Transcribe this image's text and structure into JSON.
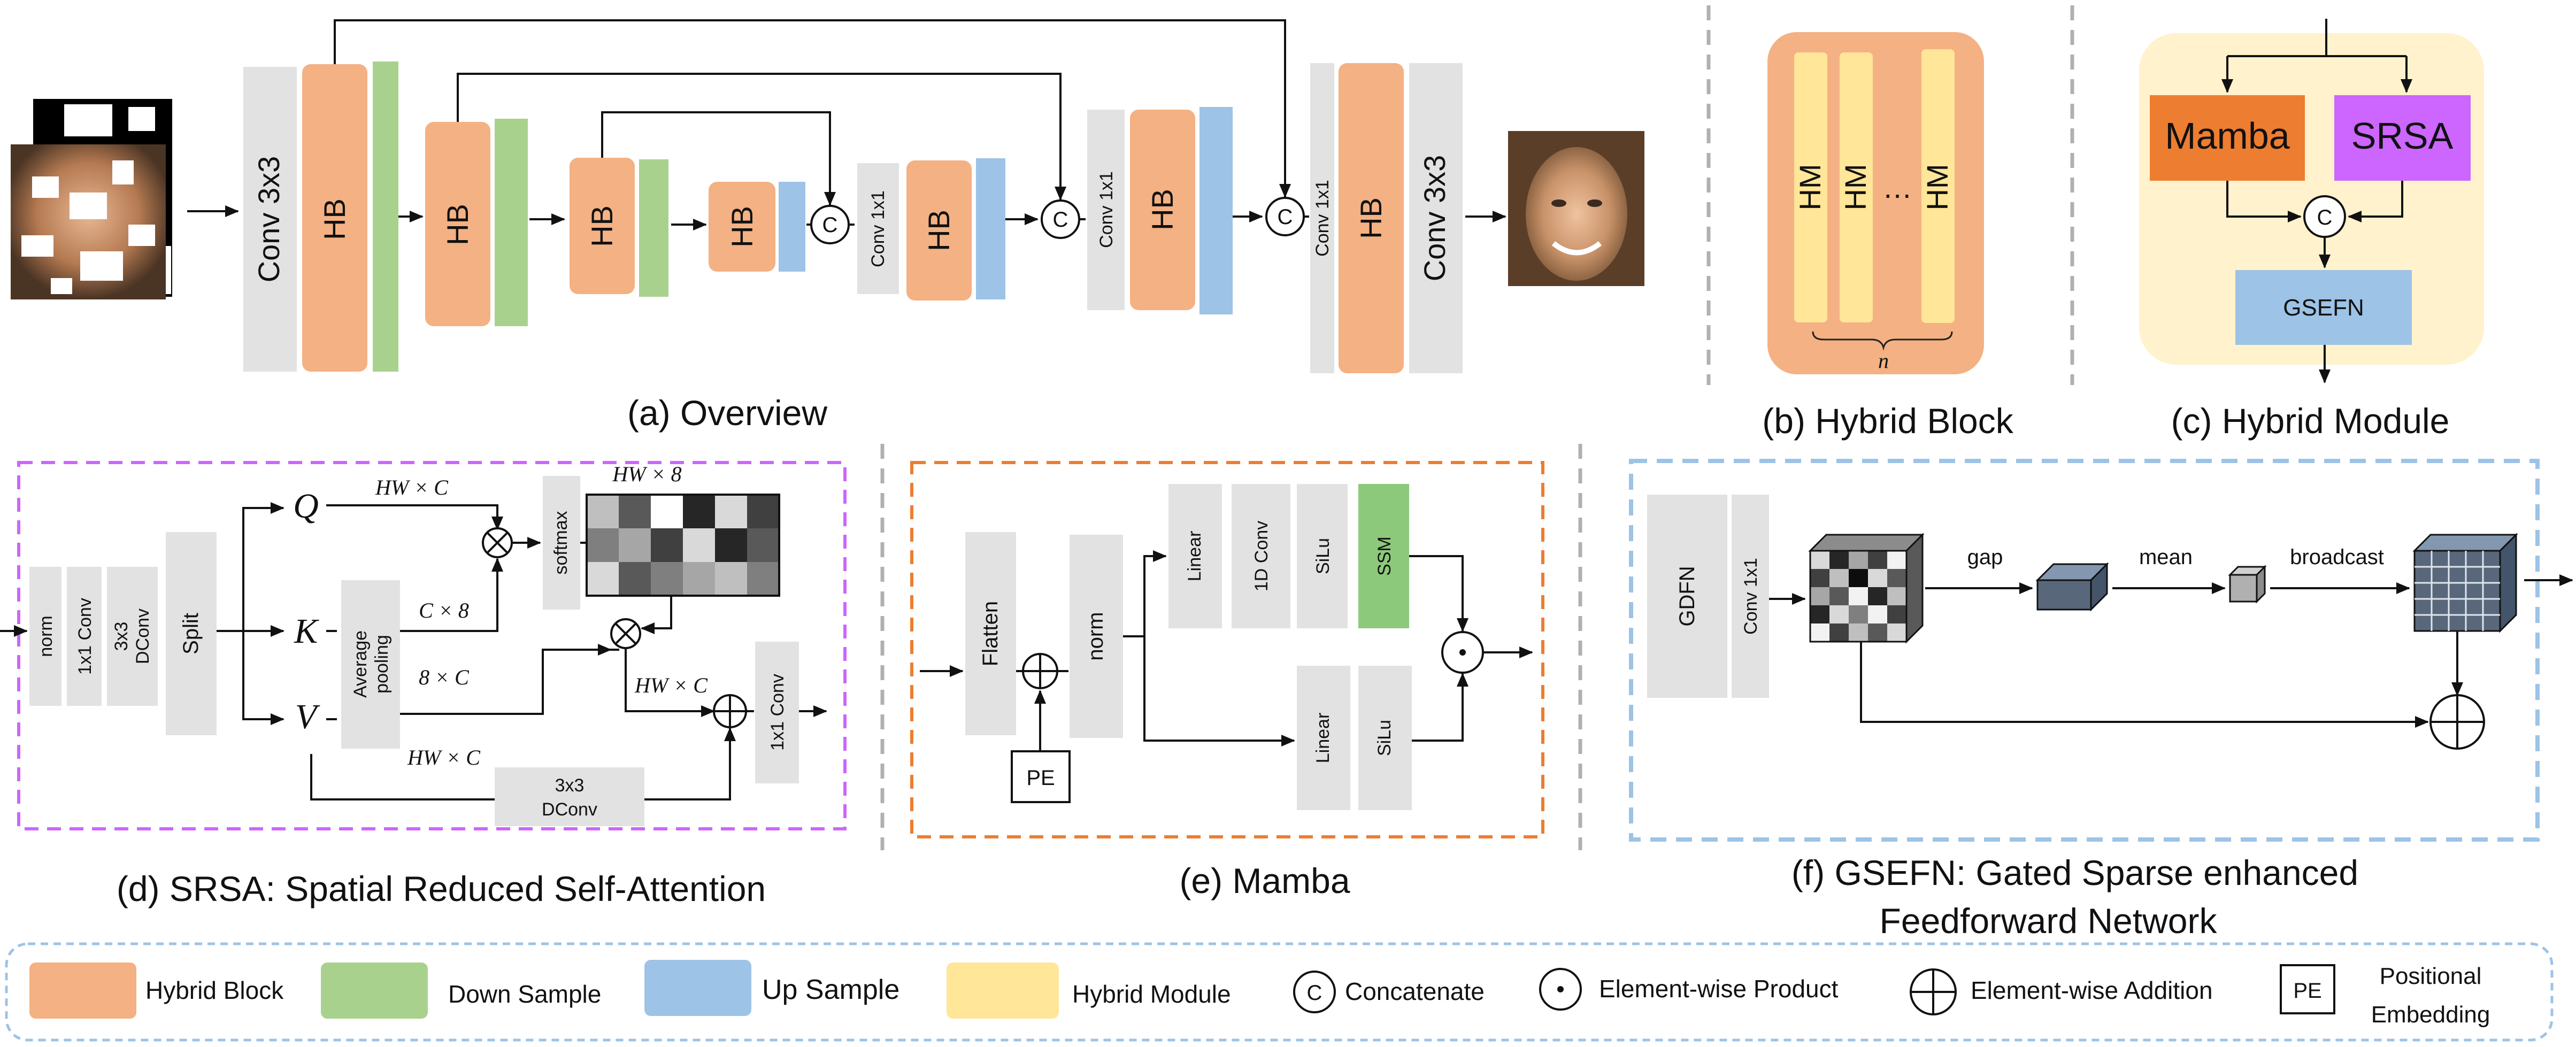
{
  "colors": {
    "hybrid_block": "#F4B183",
    "down_sample": "#A9D18E",
    "up_sample": "#9DC3E6",
    "hybrid_module": "#FFE699",
    "hybrid_module_bg": "#FFF2CC",
    "gray_block": "#E2E2E2",
    "mamba": "#ED7D31",
    "srsa": "#CC66FF",
    "srsa_border": "#CC66FF",
    "mamba_border": "#ED7D31",
    "gsefn_border": "#9DC3E6",
    "ssm": "#8CC97A",
    "legend_border": "#9DC3E6"
  },
  "overview": {
    "caption": "(a) Overview",
    "conv3x3": "Conv 3x3",
    "hb": "HB",
    "conv1x1": "Conv 1x1",
    "concat": "C"
  },
  "hybrid_block": {
    "caption": "(b) Hybrid Block",
    "hm": "HM",
    "dots": "…",
    "n": "n"
  },
  "hybrid_module": {
    "caption": "(c) Hybrid Module",
    "mamba": "Mamba",
    "srsa": "SRSA",
    "concat": "C",
    "gsefn": "GSEFN"
  },
  "srsa": {
    "caption": "(d) SRSA: Spatial Reduced Self-Attention",
    "norm": "norm",
    "conv1x1": "1x1 Conv",
    "dconv_a": "3x3",
    "dconv_b": "DConv",
    "split": "Split",
    "q": "Q",
    "k": "K",
    "v": "V",
    "q_dim": "HW × C",
    "k_dim1": "C × 8",
    "k_dim2": "8 × C",
    "attn_dim": "HW × 8",
    "avgpool_a": "Average",
    "avgpool_b": "pooling",
    "softmax": "softmax",
    "out_dim": "HW × C",
    "v_dim": "HW × C",
    "dconv2_a": "3x3",
    "dconv2_b": "DConv",
    "out_conv": "1x1 Conv"
  },
  "mamba": {
    "caption": "(e) Mamba",
    "flatten": "Flatten",
    "norm": "norm",
    "pe": "PE",
    "linear1": "Linear",
    "conv1d": "1D Conv",
    "silu1": "SiLu",
    "ssm": "SSM",
    "linear2": "Linear",
    "silu2": "SiLu"
  },
  "gsefn": {
    "caption_line1": "(f) GSEFN: Gated Sparse enhanced",
    "caption_line2": "Feedforward Network",
    "gdfn": "GDFN",
    "conv1x1": "Conv 1x1",
    "gap": "gap",
    "mean": "mean",
    "broadcast": "broadcast"
  },
  "legend": {
    "hybrid_block": "Hybrid Block",
    "down_sample": "Down Sample",
    "up_sample": "Up Sample",
    "hybrid_module": "Hybrid Module",
    "concat_symbol": "C",
    "concatenate": "Concatenate",
    "product": "Element-wise Product",
    "addition": "Element-wise Addition",
    "pe_symbol": "PE",
    "pe_line1": "Positional",
    "pe_line2": "Embedding"
  }
}
